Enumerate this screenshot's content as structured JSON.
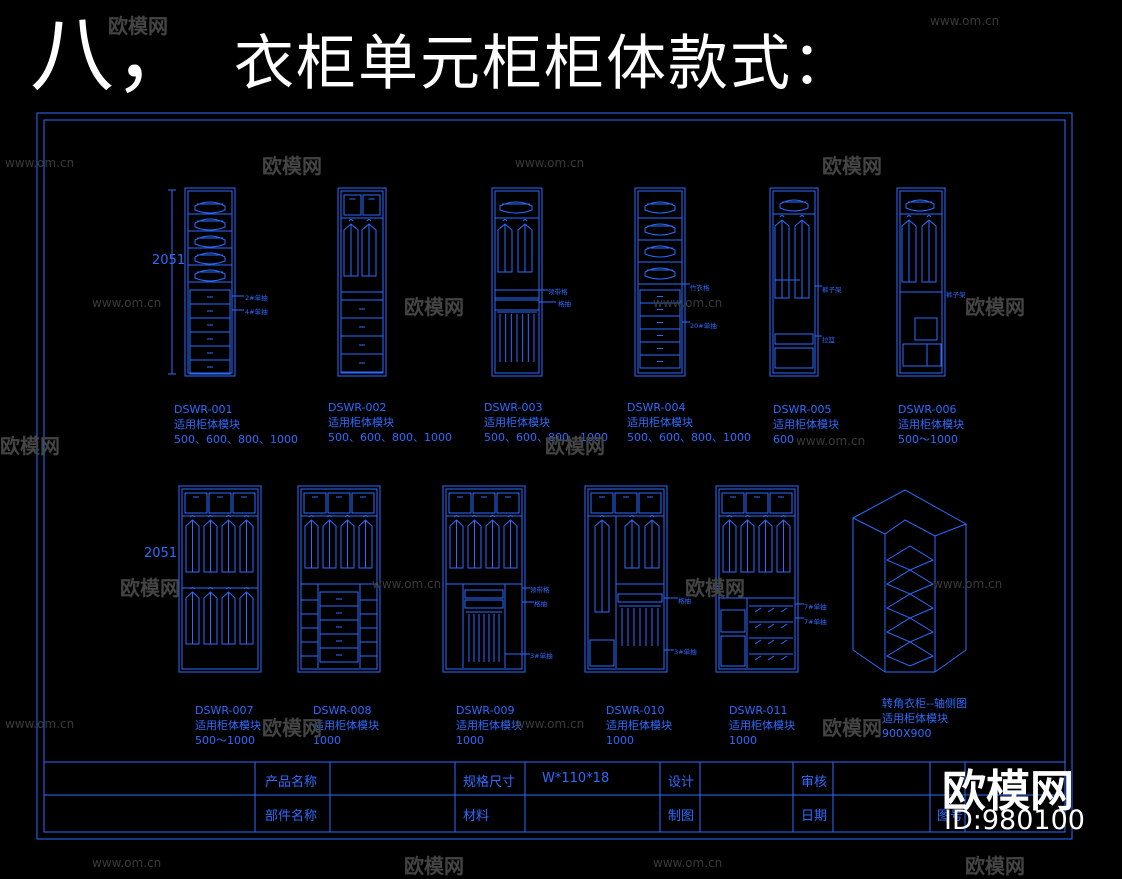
{
  "title": {
    "number": "八，",
    "text": "衣柜单元柜柜体款式："
  },
  "dimension_label": "2051",
  "annotations": {
    "d1": [
      "2#单抽",
      "4#单抽"
    ],
    "d3": [
      "领带格",
      "格抽"
    ],
    "d4": [
      "竹衣格",
      "20#单抽"
    ],
    "d5": [
      "裤子架",
      "拉篮"
    ],
    "d6": [
      "裤子架"
    ],
    "d9": [
      "领带格",
      "格抽",
      "3#单抽"
    ],
    "d10": [
      "格抽",
      "3#单抽"
    ],
    "d11": [
      "7#单抽",
      "7#单抽"
    ]
  },
  "row1": [
    {
      "code": "DSWR-001",
      "desc": "适用柜体模块",
      "size": "500、600、800、1000"
    },
    {
      "code": "DSWR-002",
      "desc": "适用柜体模块",
      "size": "500、600、800、1000"
    },
    {
      "code": "DSWR-003",
      "desc": "适用柜体模块",
      "size": "500、600、800、1000"
    },
    {
      "code": "DSWR-004",
      "desc": "适用柜体模块",
      "size": "500、600、800、1000"
    },
    {
      "code": "DSWR-005",
      "desc": "适用柜体模块",
      "size": "600"
    },
    {
      "code": "DSWR-006",
      "desc": "适用柜体模块",
      "size": "500～1000"
    }
  ],
  "row2": [
    {
      "code": "DSWR-007",
      "desc": "适用柜体模块",
      "size": "500～1000"
    },
    {
      "code": "DSWR-008",
      "desc": "适用柜体模块",
      "size": "1000"
    },
    {
      "code": "DSWR-009",
      "desc": "适用柜体模块",
      "size": "1000"
    },
    {
      "code": "DSWR-010",
      "desc": "适用柜体模块",
      "size": "1000"
    },
    {
      "code": "DSWR-011",
      "desc": "适用柜体模块",
      "size": "1000"
    },
    {
      "code": "转角衣柜--轴侧图",
      "desc": "适用柜体模块",
      "size": "900X900"
    }
  ],
  "title_block": {
    "product_name": "产品名称",
    "part_name": "部件名称",
    "spec": "规格尺寸",
    "spec_value": "W*110*18",
    "material": "材料",
    "design": "设计",
    "drafting": "制图",
    "review": "审核",
    "date": "日期",
    "drawing_no": "图号"
  },
  "watermark": {
    "url": "www.om.cn",
    "brand": "欧模网"
  },
  "brand_logo": {
    "text": "欧模网",
    "id": "ID:980100"
  },
  "colors": {
    "line": "#2d6bff",
    "bg": "#000000",
    "text": "#ffffff"
  }
}
